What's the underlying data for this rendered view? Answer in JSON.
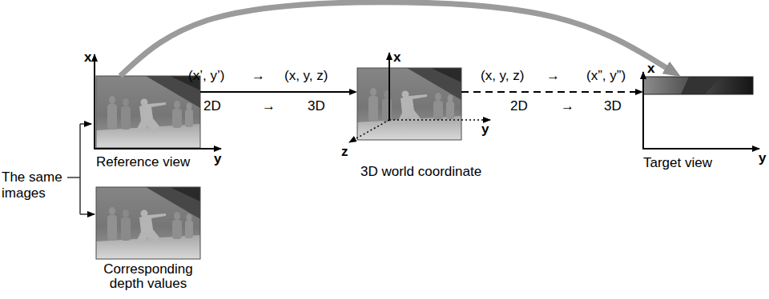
{
  "diagram": {
    "nodes": [
      {
        "text": [
          "Reference view"
        ]
      },
      {
        "text": [
          "Corresponding depth values"
        ]
      },
      {
        "text": [
          "3D world coordinate"
        ]
      },
      {
        "text": [
          "Target view"
        ]
      }
    ],
    "edges": [
      {
        "from": 0,
        "to": 2,
        "arrow": "to"
      },
      {
        "from": 2,
        "to": 3,
        "arrow": "to"
      },
      {
        "from": 0,
        "to": 3,
        "arrow": "to"
      }
    ],
    "labels": [
      "(x’, y’)",
      "→",
      "(x, y, z)",
      "2D",
      "→",
      "3D",
      "(x, y, z)",
      "→",
      "(x”, y”)",
      "2D",
      "→",
      "3D",
      "The same images",
      "x",
      "y",
      "x",
      "y",
      "z",
      "x",
      "y"
    ]
  }
}
